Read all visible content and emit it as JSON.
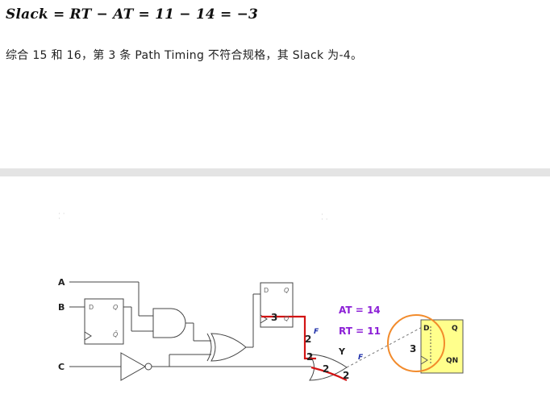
{
  "formula": "Slack = RT − AT = 11 − 14 = −3",
  "paragraph": "综合 15 和 16，第 3 条 Path Timing 不符合规格，其 Slack 为-4。",
  "diagram": {
    "inputs": {
      "a": "A",
      "b": "B",
      "c": "C"
    },
    "ff1": {
      "d": "D",
      "q": "Q",
      "qbar": "Q̄"
    },
    "ff2": {
      "d": "D",
      "q": "Q"
    },
    "ff3": {
      "d": "D",
      "q": "Q",
      "qn": "QN"
    },
    "delays": {
      "ff2_out": "3",
      "path_mid": "2",
      "or_in": "2",
      "or_out": "2",
      "capture": "3"
    },
    "labels": {
      "f1": "F",
      "f2": "F",
      "y": "Y"
    },
    "at_label": "AT = 14",
    "rt_label": "RT = 11",
    "colors": {
      "path": "#d21414",
      "timing": "#8b1fd6",
      "circle": "#f28b2c",
      "ff_fill": "#ffff8c"
    }
  }
}
